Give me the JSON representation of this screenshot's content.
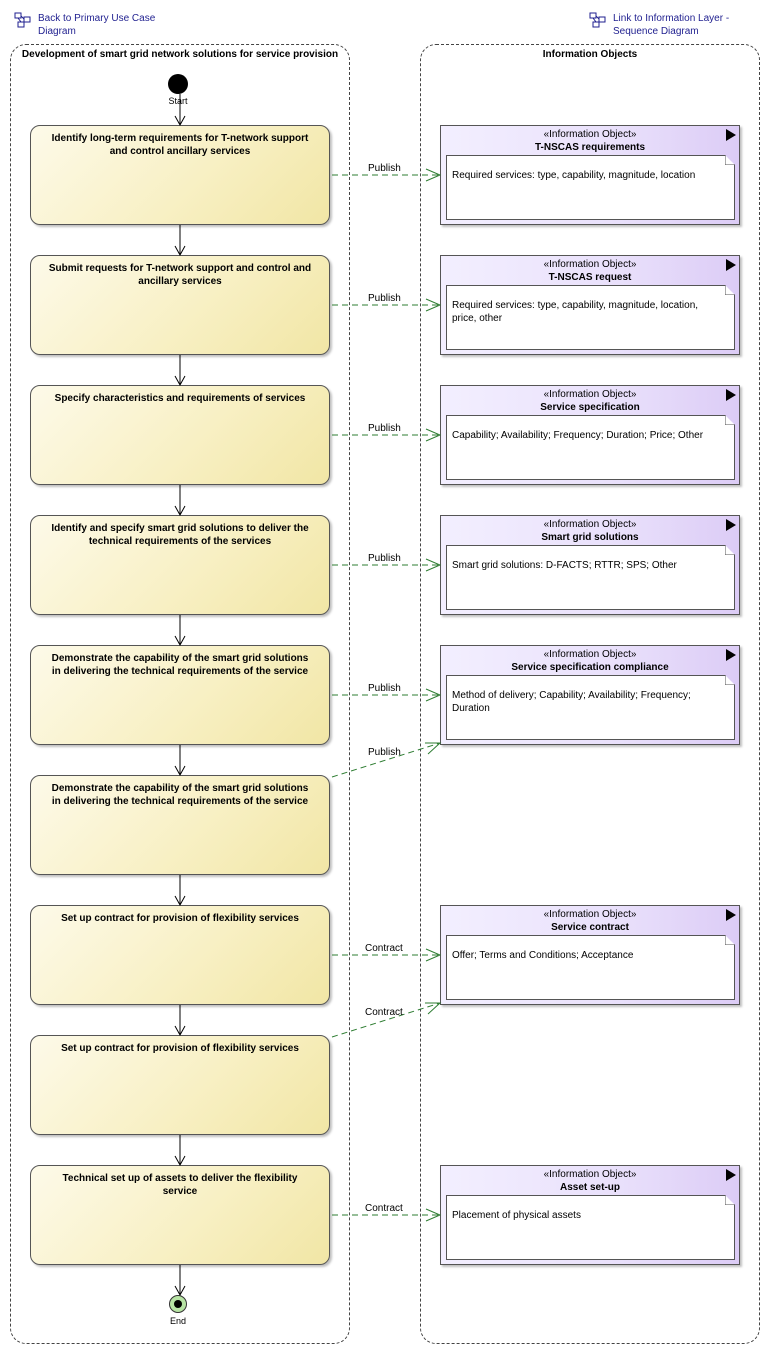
{
  "links": {
    "back": "Back to Primary Use Case\nDiagram",
    "info_layer": "Link to Information Layer -\nSequence Diagram"
  },
  "lanes": {
    "left": "Development of smart grid network solutions for service provision",
    "right": "Information Objects"
  },
  "start_label": "Start",
  "end_label": "End",
  "actions": [
    "Identify long-term requirements for T-network support and control ancillary services",
    "Submit requests for  T-network support and control and ancillary services",
    "Specify characteristics and requirements of services",
    "Identify and specify smart grid solutions to deliver the technical requirements of the services",
    "Demonstrate the capability of the smart grid solutions in delivering the technical requirements of the service",
    "Demonstrate the capability of the smart grid solutions in delivering the technical requirements of the service",
    "Set up contract for provision of flexibility services",
    "Set up contract for provision of flexibility services",
    "Technical set up of assets to deliver the flexibility service"
  ],
  "objects": [
    {
      "stereotype": "«Information Object»",
      "name": "T-NSCAS requirements",
      "attributes": "Required services: type, capability, magnitude, location"
    },
    {
      "stereotype": "«Information Object»",
      "name": "T-NSCAS request",
      "attributes": "Required services: type, capability, magnitude, location, price, other"
    },
    {
      "stereotype": "«Information Object»",
      "name": "Service specification",
      "attributes": "Capability; Availability; Frequency; Duration; Price; Other"
    },
    {
      "stereotype": "«Information Object»",
      "name": "Smart grid solutions",
      "attributes": "Smart grid solutions: D-FACTS; RTTR; SPS; Other"
    },
    {
      "stereotype": "«Information Object»",
      "name": "Service specification compliance",
      "attributes": "Method of delivery; Capability; Availability; Frequency; Duration"
    },
    {
      "stereotype": "«Information Object»",
      "name": "Service contract",
      "attributes": "Offer; Terms and Conditions; Acceptance"
    },
    {
      "stereotype": "«Information Object»",
      "name": "Asset set-up",
      "attributes": "Placement of physical assets"
    }
  ],
  "flows": [
    {
      "label": "Publish"
    },
    {
      "label": "Publish"
    },
    {
      "label": "Publish"
    },
    {
      "label": "Publish"
    },
    {
      "label": "Publish"
    },
    {
      "label": "Publish"
    },
    {
      "label": "Contract"
    },
    {
      "label": "Contract"
    },
    {
      "label": "Contract"
    }
  ],
  "colors": {
    "action_fill": "#f8f0c4",
    "object_fill": "#e9e0fb",
    "flow_line": "#2e7d32",
    "link_text": "#1f1f8f",
    "end_fill": "#b7e3a4"
  },
  "icons": {
    "diagram_link": "diagram-link-icon"
  }
}
